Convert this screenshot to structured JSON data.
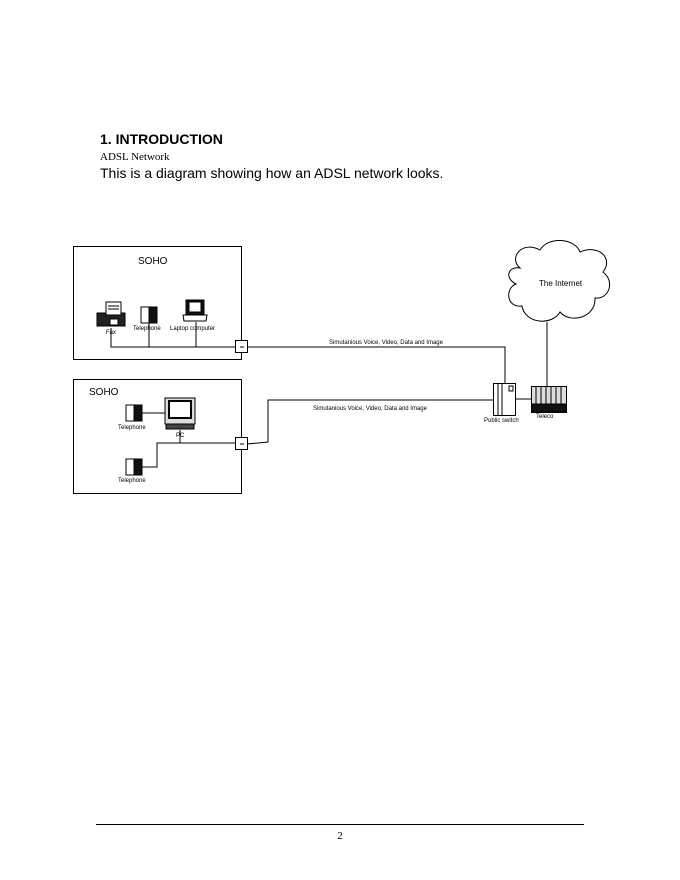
{
  "section": {
    "heading": "1.  INTRODUCTION",
    "subheading": "ADSL Network",
    "intro": "This is a diagram showing how an ADSL network looks."
  },
  "diagram": {
    "soho1": {
      "label": "SOHO",
      "devices": [
        "Fax",
        "Telephone",
        "Laptop computer"
      ]
    },
    "soho2": {
      "label": "SOHO",
      "devices": [
        "Telephone",
        "PC",
        "Telephone"
      ]
    },
    "link_label_1": "Simutanious Voice, Video, Data and Image",
    "link_label_2": "Simutanious Voice, Video, Data and Image",
    "public_switch": "Public switch",
    "teleco": "Teleco",
    "internet": "The Internet"
  },
  "footer": {
    "page_number": "2"
  }
}
